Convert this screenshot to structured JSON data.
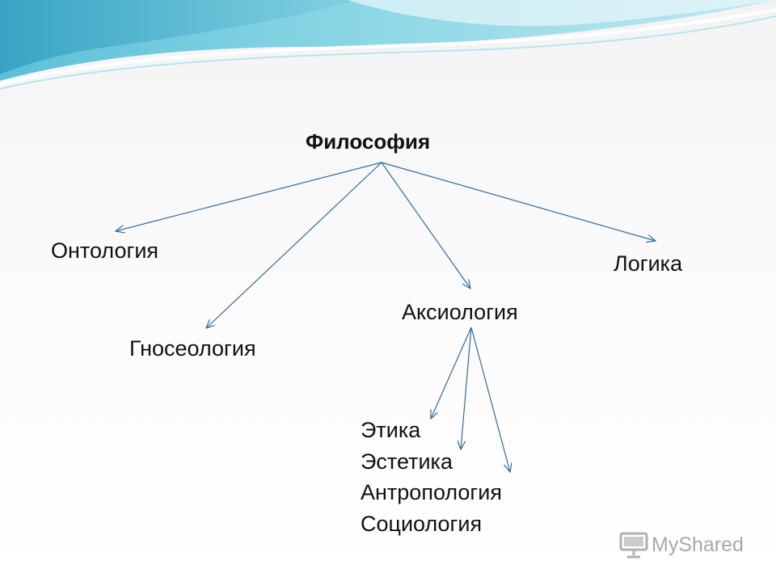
{
  "diagram": {
    "root": "Философия",
    "branches": {
      "ontology": "Онтология",
      "gnoseology": "Гносеология",
      "axiology": "Аксиология",
      "logic": "Логика"
    },
    "axiology_subtopics": [
      "Этика",
      "Эстетика",
      "Антропология",
      "Социология"
    ]
  },
  "watermark": {
    "brand": "MyShared",
    "icon": "projector-screen-icon"
  },
  "colors": {
    "arrow": "#336b99",
    "banner_light": "#d7f0f5",
    "banner_mid": "#7fd1e0",
    "banner_dark": "#3aa9c6",
    "text": "#111111"
  }
}
